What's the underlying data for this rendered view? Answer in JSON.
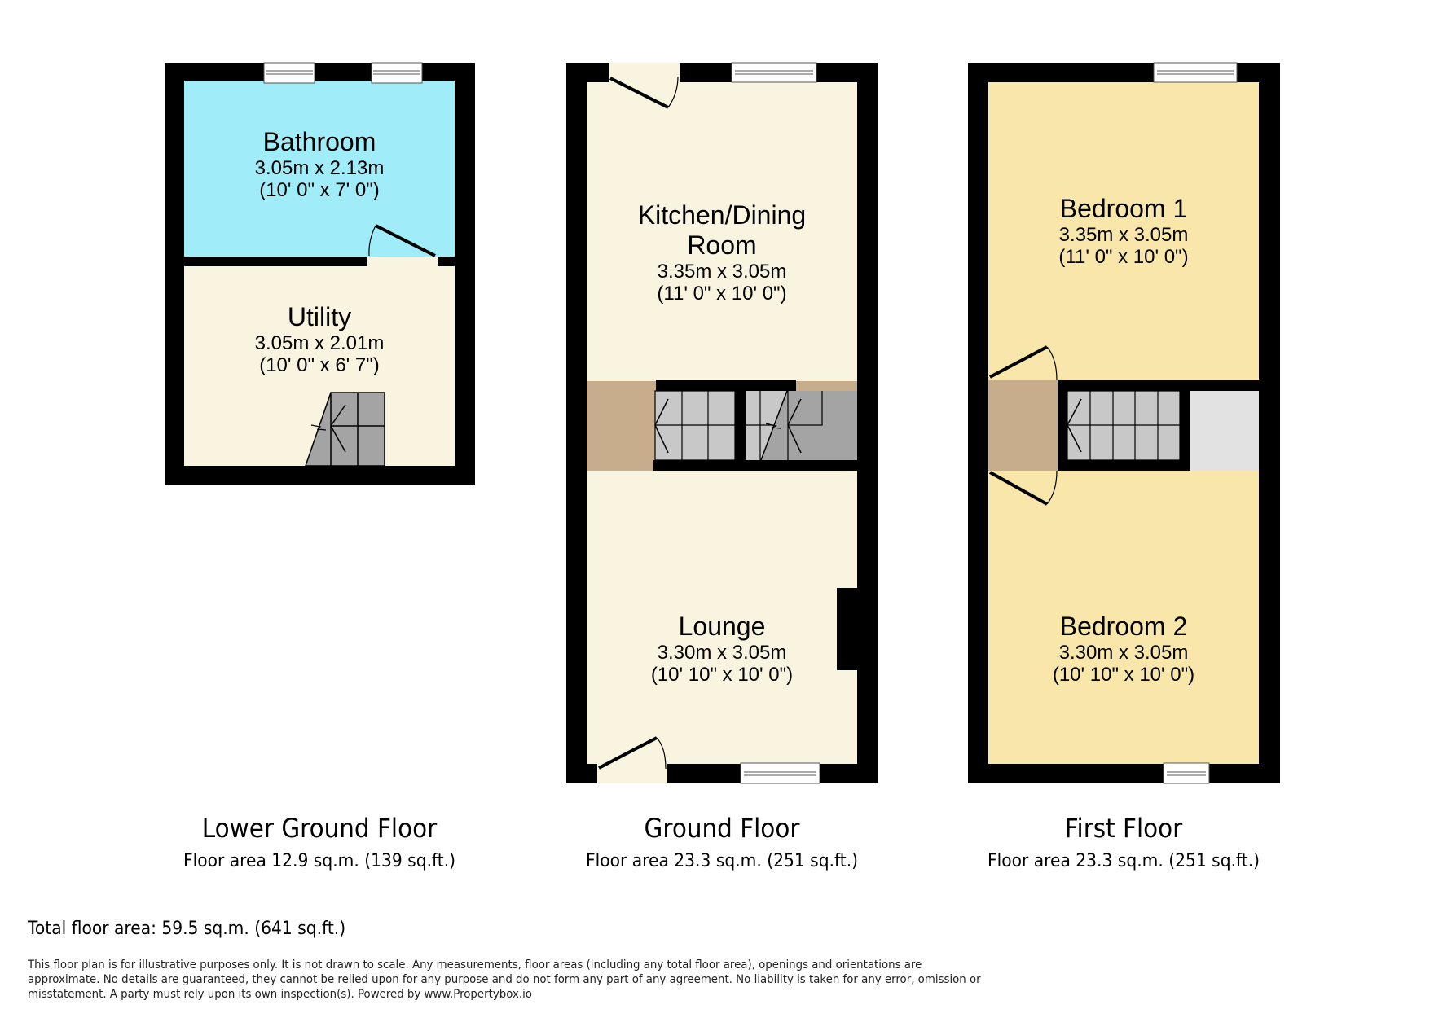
{
  "colors": {
    "wall": "#000000",
    "bathroom": "#a0ecf8",
    "living": "#f9f4df",
    "bedroom": "#f8e6ab",
    "landing": "#c8ad8d",
    "stairs_light": "#c8c8c8",
    "stairs_dark": "#a4a4a4",
    "cupboard": "#e2e2e2"
  },
  "floors": [
    {
      "title": "Lower Ground Floor",
      "area": "Floor area 12.9 sq.m. (139 sq.ft.)",
      "rooms": [
        {
          "name": "Bathroom",
          "metric": "3.05m x 2.13m",
          "imperial": "(10' 0\" x 7' 0\")"
        },
        {
          "name": "Utility",
          "metric": "3.05m x 2.01m",
          "imperial": "(10' 0\" x 6' 7\")"
        }
      ]
    },
    {
      "title": "Ground Floor",
      "area": "Floor area 23.3 sq.m. (251 sq.ft.)",
      "rooms": [
        {
          "name": "Kitchen/Dining",
          "name2": "Room",
          "metric": "3.35m x 3.05m",
          "imperial": "(11' 0\" x 10' 0\")"
        },
        {
          "name": "Lounge",
          "metric": "3.30m x 3.05m",
          "imperial": "(10' 10\" x 10' 0\")"
        }
      ]
    },
    {
      "title": "First Floor",
      "area": "Floor area 23.3 sq.m. (251 sq.ft.)",
      "rooms": [
        {
          "name": "Bedroom 1",
          "metric": "3.35m x 3.05m",
          "imperial": "(11' 0\" x 10' 0\")"
        },
        {
          "name": "Bedroom 2",
          "metric": "3.30m x 3.05m",
          "imperial": "(10' 10\" x 10' 0\")"
        }
      ]
    }
  ],
  "total_area": "Total floor area: 59.5 sq.m. (641 sq.ft.)",
  "disclaimer": {
    "line1": "This floor plan is for illustrative purposes only. It is not drawn to scale. Any measurements, floor areas (including any total floor area), openings and orientations are",
    "line2": "approximate. No details are guaranteed, they cannot be relied upon for any purpose and do not form any part of any agreement. No liability is taken for any error, omission or",
    "line3": "misstatement. A party must rely upon its own inspection(s). Powered by www.Propertybox.io"
  }
}
